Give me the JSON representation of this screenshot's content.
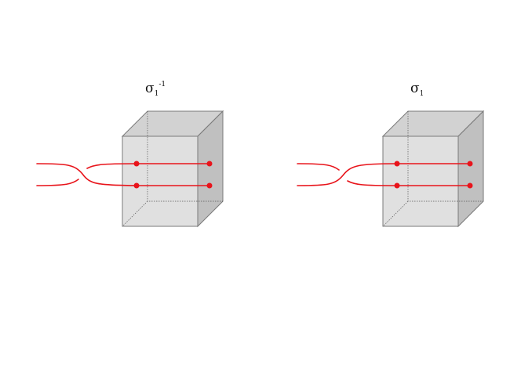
{
  "panels": [
    {
      "id": "sigma-1-inverse",
      "label": {
        "base": "σ",
        "sub": "1",
        "sup": "-1"
      },
      "crossing": "over-strand-descends"
    },
    {
      "id": "sigma-1",
      "label": {
        "base": "σ",
        "sub": "1",
        "sup": ""
      },
      "crossing": "over-strand-ascends"
    }
  ],
  "colors": {
    "strand": "#e8141b",
    "endpoint": "#e8141b",
    "box_front": "#e0e0e0",
    "box_top": "#d2d2d2",
    "box_side": "#c0c0c0",
    "box_edge": "#7a7a7a"
  }
}
